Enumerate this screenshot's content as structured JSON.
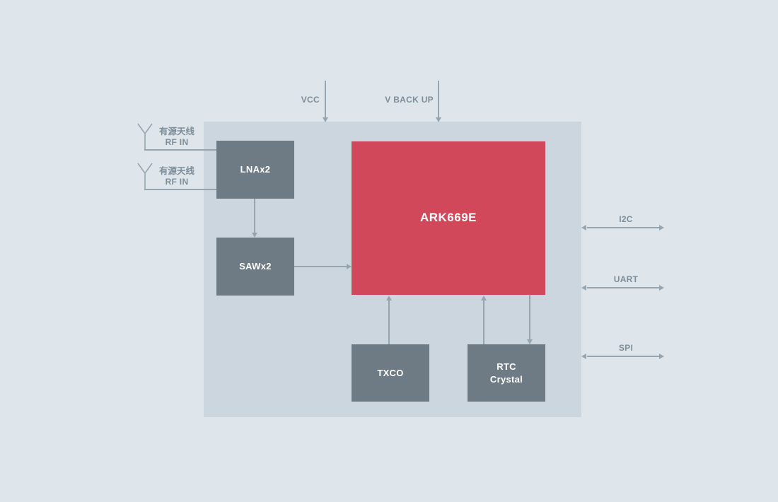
{
  "colors": {
    "page_bg": "#dee5eb",
    "container_bg": "#ccd6de",
    "block_bg": "#6e7b85",
    "chip_bg": "#d0485a",
    "line": "#96a5af",
    "label_text": "#7d8e99",
    "block_text": "#ffffff"
  },
  "top_ports": [
    {
      "id": "vcc",
      "label": "VCC"
    },
    {
      "id": "v-back-up",
      "label": "V BACK UP"
    }
  ],
  "antenna_inputs": [
    {
      "line1": "有源天线",
      "line2": "RF IN"
    },
    {
      "line1": "有源天线",
      "line2": "RF IN"
    }
  ],
  "blocks": {
    "lna": "LNAx2",
    "saw": "SAWx2",
    "chip": "ARK669E",
    "txco": "TXCO",
    "rtc_line1": "RTC",
    "rtc_line2": "Crystal"
  },
  "right_ports": [
    {
      "id": "i2c",
      "label": "I2C"
    },
    {
      "id": "uart",
      "label": "UART"
    },
    {
      "id": "spi",
      "label": "SPI"
    }
  ]
}
